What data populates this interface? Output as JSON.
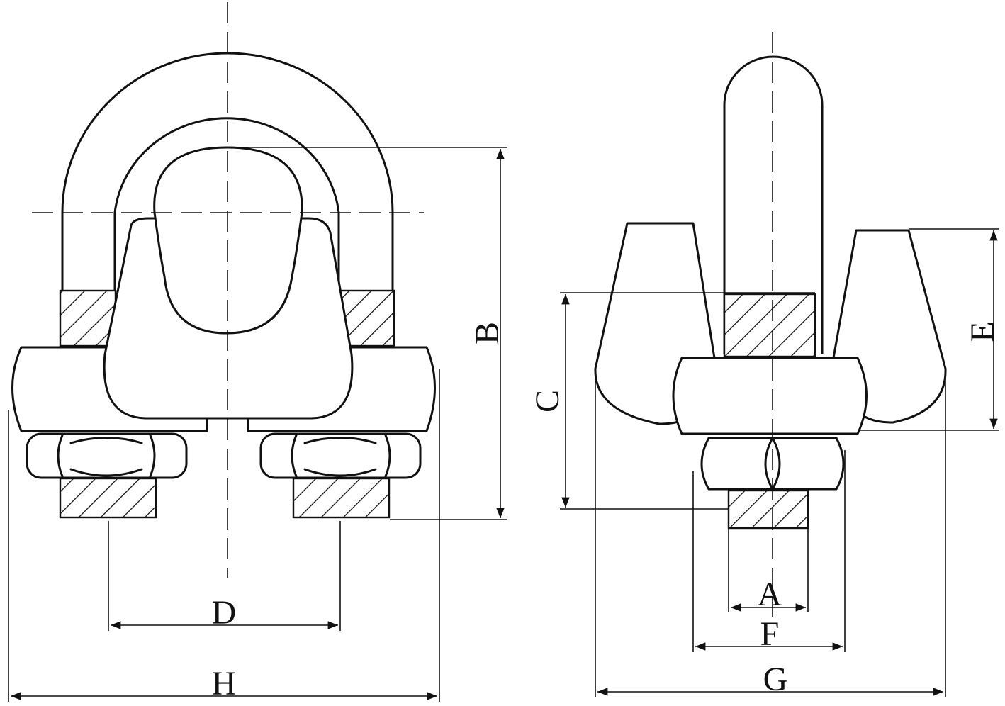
{
  "labels": {
    "A": "A",
    "B": "B",
    "C": "C",
    "D": "D",
    "E": "E",
    "F": "F",
    "G": "G",
    "H": "H"
  },
  "colors": {
    "line": "#111111",
    "background": "#ffffff"
  }
}
